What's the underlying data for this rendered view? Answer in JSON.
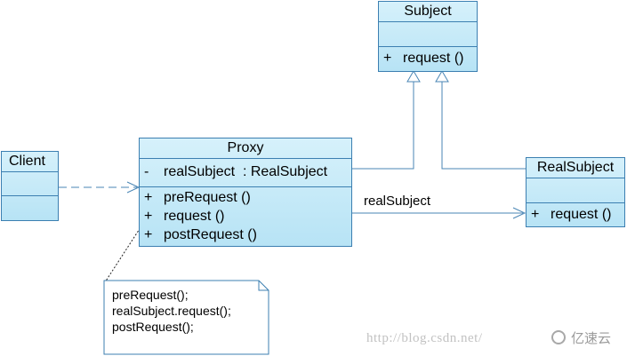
{
  "classes": {
    "subject": {
      "name": "Subject",
      "operations": [
        {
          "visibility": "+",
          "name": "request ()"
        }
      ]
    },
    "real_subject": {
      "name": "RealSubject",
      "operations": [
        {
          "visibility": "+",
          "name": "request ()"
        }
      ]
    },
    "client": {
      "name": "Client"
    },
    "proxy": {
      "name": "Proxy",
      "attributes": [
        {
          "visibility": "-",
          "name": "realSubject",
          "type": ": RealSubject"
        }
      ],
      "operations": [
        {
          "visibility": "+",
          "name": "preRequest ()"
        },
        {
          "visibility": "+",
          "name": "request ()"
        },
        {
          "visibility": "+",
          "name": "postRequest ()"
        }
      ]
    }
  },
  "association_label": "realSubject",
  "note": {
    "lines": [
      "preRequest();",
      "realSubject.request();",
      "postRequest();"
    ]
  },
  "watermark": "http://blog.csdn.net/",
  "brand": "亿速云",
  "colors": {
    "border": "#3c7fb1",
    "fill": "#c6ebf8",
    "line": "#4a86b5"
  }
}
